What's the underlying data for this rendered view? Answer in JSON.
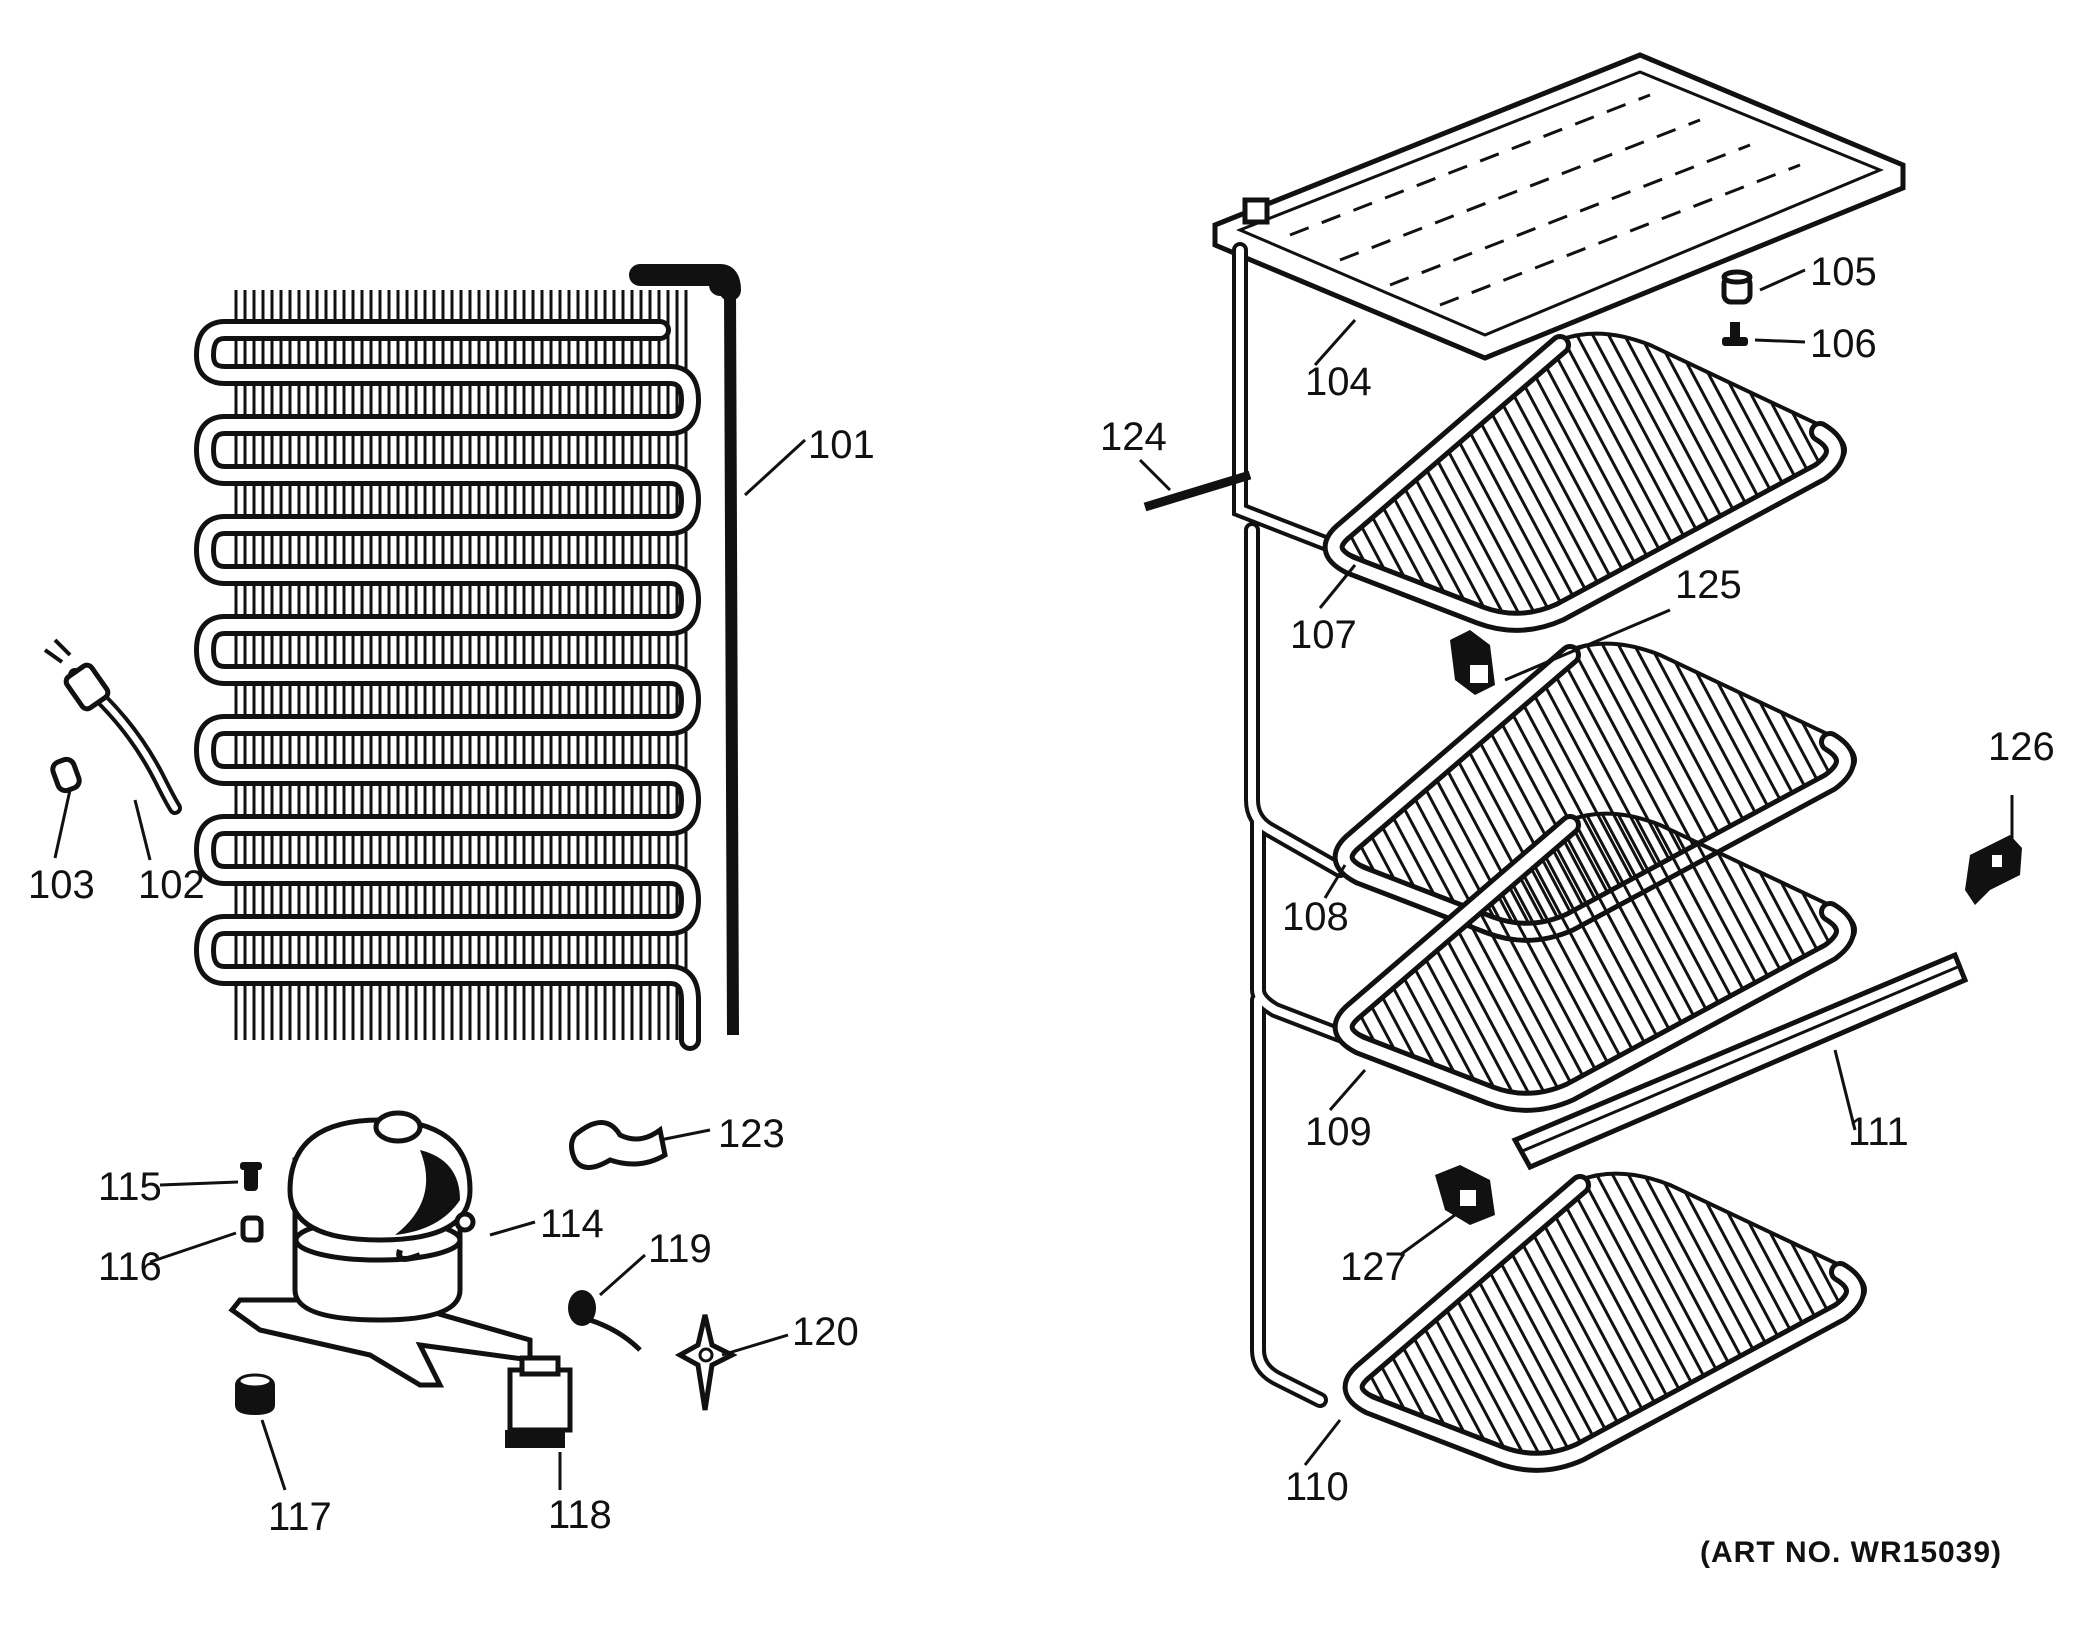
{
  "diagram": {
    "art_number": "(ART NO. WR15039)",
    "callouts": [
      {
        "id": "101",
        "label": "101"
      },
      {
        "id": "102",
        "label": "102"
      },
      {
        "id": "103",
        "label": "103"
      },
      {
        "id": "104",
        "label": "104"
      },
      {
        "id": "105",
        "label": "105"
      },
      {
        "id": "106",
        "label": "106"
      },
      {
        "id": "107",
        "label": "107"
      },
      {
        "id": "108",
        "label": "108"
      },
      {
        "id": "109",
        "label": "109"
      },
      {
        "id": "110",
        "label": "110"
      },
      {
        "id": "111",
        "label": "111"
      },
      {
        "id": "114",
        "label": "114"
      },
      {
        "id": "115",
        "label": "115"
      },
      {
        "id": "116",
        "label": "116"
      },
      {
        "id": "117",
        "label": "117"
      },
      {
        "id": "118",
        "label": "118"
      },
      {
        "id": "119",
        "label": "119"
      },
      {
        "id": "120",
        "label": "120"
      },
      {
        "id": "123",
        "label": "123"
      },
      {
        "id": "124",
        "label": "124"
      },
      {
        "id": "125",
        "label": "125"
      },
      {
        "id": "126",
        "label": "126"
      },
      {
        "id": "127",
        "label": "127"
      }
    ]
  }
}
